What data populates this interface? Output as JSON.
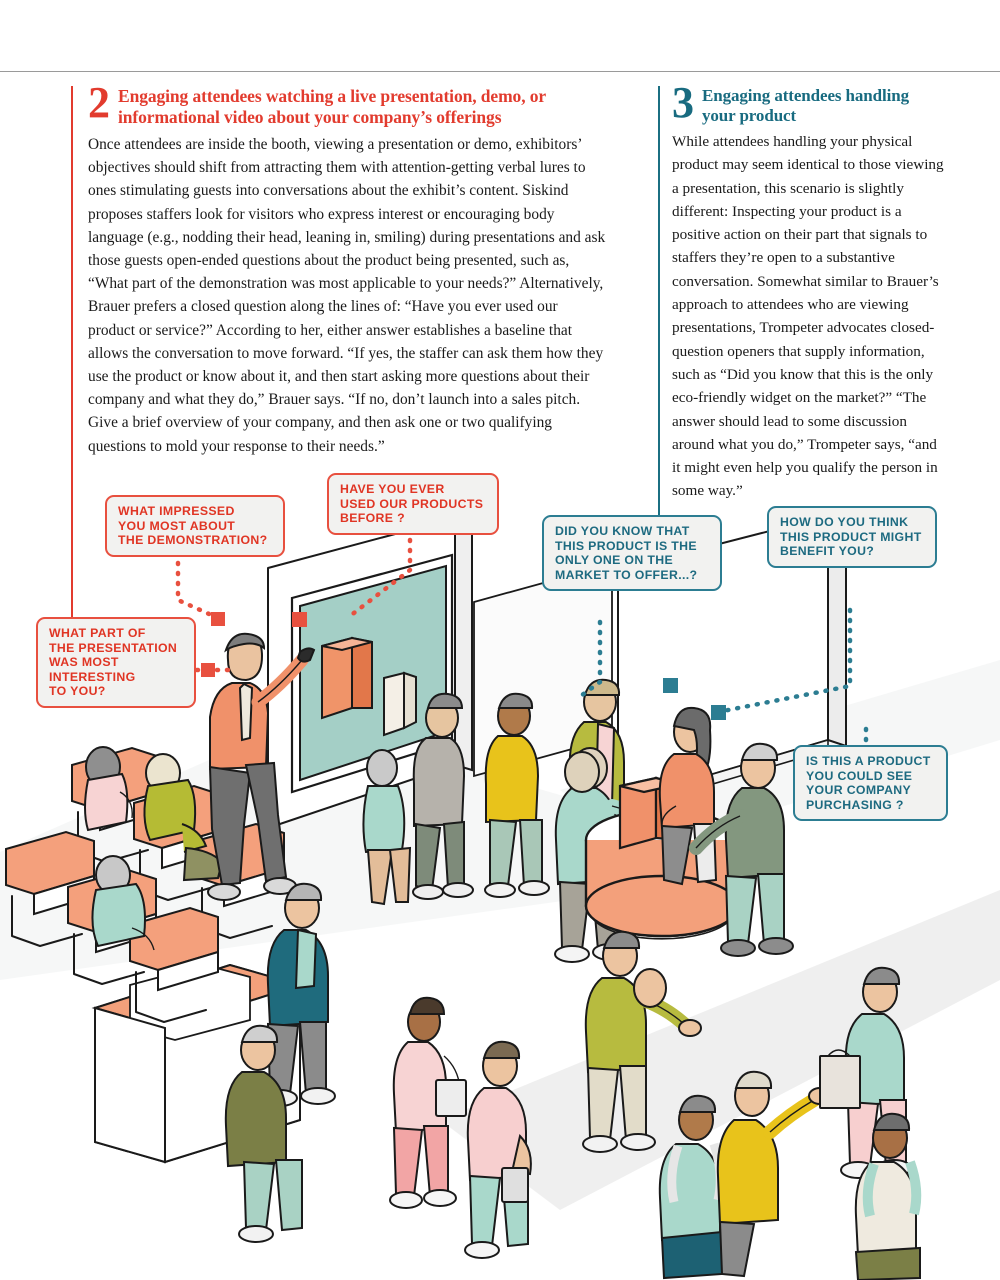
{
  "page": {
    "background": "#ffffff",
    "accent_red": "#e23b2e",
    "accent_teal": "#186b80"
  },
  "sections": [
    {
      "number": "2",
      "color": "#e23b2e",
      "heading": "Engaging attendees watching a live presentation, demo, or informational video about your company’s offerings",
      "body": "Once attendees are inside the booth, viewing a presentation or demo, exhibitors’ objectives should shift from attracting them with attention-getting verbal lures to ones stimulating guests into conversations about the exhibit’s content. Siskind proposes staffers look for visitors who express interest or encouraging body language (e.g., nodding their head, leaning in, smiling) during presentations and ask those guests open-ended questions about the product being presented, such as, “What part of the demonstration was most applicable to your needs?” Alternatively, Brauer prefers a closed question along the lines of: “Have you ever used our product or service?” According to her, either answer establishes a baseline that allows the conversation to move forward.  “If yes, the staffer can ask them how they use the product or know about it, and then start asking more questions about their company and what they do,” Brauer says. “If no, don’t launch into a sales pitch. Give a brief overview of your company, and then ask one or two qualifying questions to mold your response to their needs.”"
    },
    {
      "number": "3",
      "color": "#186b80",
      "heading": "Engaging attendees handling your product",
      "body": "While attendees handling your physical product may seem identical to those viewing a presentation, this scenario is slightly different: Inspecting your product is a positive action on their part that signals to staffers they’re open to a substantive conversation. Somewhat similar to Brauer’s approach to attendees who are viewing presentations, Trompeter advocates closed-question openers that supply information, such as “Did you know that this is the only eco-friendly widget on the market?” “The answer should lead to some discussion around what you do,” Trompeter says, “and it might even help you qualify the person in some way.”"
    }
  ],
  "callouts": [
    {
      "id": "impressed",
      "color": "red",
      "text": "WHAT IMPRESSED\nYOU MOST ABOUT\nTHE DEMONSTRATION?"
    },
    {
      "id": "have-used",
      "color": "red",
      "text": "HAVE YOU EVER\nUSED OUR PRODUCTS\nBEFORE ?"
    },
    {
      "id": "what-part",
      "color": "red",
      "text": "WHAT PART OF\nTHE PRESENTATION\nWAS MOST\nINTERESTING\nTO YOU?"
    },
    {
      "id": "did-you-know",
      "color": "teal",
      "text": "DID YOU KNOW THAT\nTHIS PRODUCT IS THE\nONLY ONE ON THE\nMARKET TO OFFER...?"
    },
    {
      "id": "how-benefit",
      "color": "teal",
      "text": "HOW DO YOU THINK\nTHIS PRODUCT MIGHT\nBENEFIT YOU?"
    },
    {
      "id": "purchasing",
      "color": "teal",
      "text": "IS THIS A PRODUCT\nYOU COULD SEE\nYOUR COMPANY\nPURCHASING ?"
    }
  ],
  "illustration": {
    "description": "Isometric line illustration of a trade-show booth: presenter at a screen, seated audience, attendees handling a product on a round orange table, and visitors walking the aisle.",
    "palette": {
      "orange": "#f0916a",
      "orange_dark": "#e3763f",
      "teal_mint": "#a8d8cc",
      "mint_light": "#b9ded4",
      "olive": "#8c8f3a",
      "yellow": "#e8c31b",
      "pink": "#f6cfcf",
      "gray_floor": "#eceded",
      "outline": "#1a1a1a",
      "teal_dark": "#1f6b7d",
      "skin": "#e9bf9a",
      "skin_dark": "#a9764c"
    }
  }
}
